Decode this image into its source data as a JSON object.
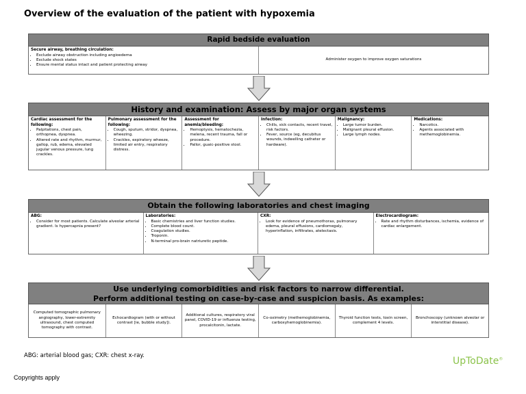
{
  "title": "Overview of the evaluation of the patient with hypoxemia",
  "sections": {
    "rapid": {
      "header": "Rapid bedside evaluation",
      "left_heading": "Secure airway, breathing circulation:",
      "left_items": [
        "Exclude airway obstruction including angioedema",
        "Exclude shock states",
        "Ensure mental status intact and patient protecting airway"
      ],
      "right_text": "Administer oxygen to improve oxygen saturations"
    },
    "history": {
      "header": "History and examination: Assess by major organ systems",
      "cells": [
        {
          "heading": "Cardiac assessment for the following:",
          "items": [
            "Palpitations, chest pain, orthopnea, dyspnea.",
            "Altered rate and rhythm, murmur, gallop, rub, edema, elevated jugular venous pressure, lung crackles."
          ]
        },
        {
          "heading": "Pulmonary assessment for the following:",
          "items": [
            "Cough, sputum, stridor, dyspnea, wheezing.",
            "Crackles, expiratory wheeze, limited air entry, respiratory distress."
          ]
        },
        {
          "heading": "Assessment for anemia/bleeding:",
          "items": [
            "Hemoptysis, hematochezia, melena, recent trauma, fall or procedure.",
            "Pallor, guaic-positive stool."
          ]
        },
        {
          "heading": "Infection:",
          "items": [
            "Chills, sick contacts, recent travel, risk factors.",
            "Fever, source (eg, decubitus wounds, indwelling catheter or hardware)."
          ]
        },
        {
          "heading": "Malignancy:",
          "items": [
            "Large tumor burden.",
            "Malignant pleural effusion.",
            "Large lymph nodes."
          ]
        },
        {
          "heading": "Medications:",
          "items": [
            "Narcotics.",
            "Agents associated with methemoglobinemia."
          ]
        }
      ]
    },
    "labs": {
      "header": "Obtain the following laboratories and chest imaging",
      "cells": [
        {
          "heading": "ABG:",
          "items": [
            "Consider for most patients. Calculate alveolar arterial gradient. Is hypercapnia present?"
          ]
        },
        {
          "heading": "Laboratories:",
          "items": [
            "Basic chemistries and liver function studies.",
            "Complete blood count.",
            "Coagulation studies.",
            "Troponin.",
            "N-terminal pro-brain natriuretic peptide."
          ]
        },
        {
          "heading": "CXR:",
          "items": [
            "Look for evidence of pneumothorax, pulmonary edema, pleural effusions, cardiomegaly, hyperinflation, infiltrates, atelectasis."
          ]
        },
        {
          "heading": "Electrocardiogram:",
          "items": [
            "Rate and rhythm disturbances, ischemia, evidence of cardiac enlargement."
          ]
        }
      ]
    },
    "comorb": {
      "header_line1": "Use underlying comorbidities and risk factors to narrow differential.",
      "header_line2": "Perform additional testing on case-by-case and suspicion basis. As examples:",
      "cells": [
        "Computed tomographic pulmonary angiography, lower-extremity ultrasound, chest computed tomography with contrast.",
        "Echocardiogram (with or without contrast [ie, bubble study]).",
        "Additional cultures, respiratory viral panel, COVID-19 or influenza testing, procalcitonin, lactate.",
        "Co-oximetry (methemoglobinemia, carboxyhemoglobinemia).",
        "Thyroid function tests, toxin screen, complement 4 levels.",
        "Bronchoscopy (unknown alveolar or interstitial disease)."
      ]
    }
  },
  "footnote": "ABG: arterial blood gas; CXR: chest x-ray.",
  "brand": "UpToDate",
  "brand_mark": "®",
  "copyright": "Copyrights apply",
  "colors": {
    "header_bg": "#808080",
    "arrow_fill": "#d9d9d9",
    "brand": "#8bc34a"
  }
}
